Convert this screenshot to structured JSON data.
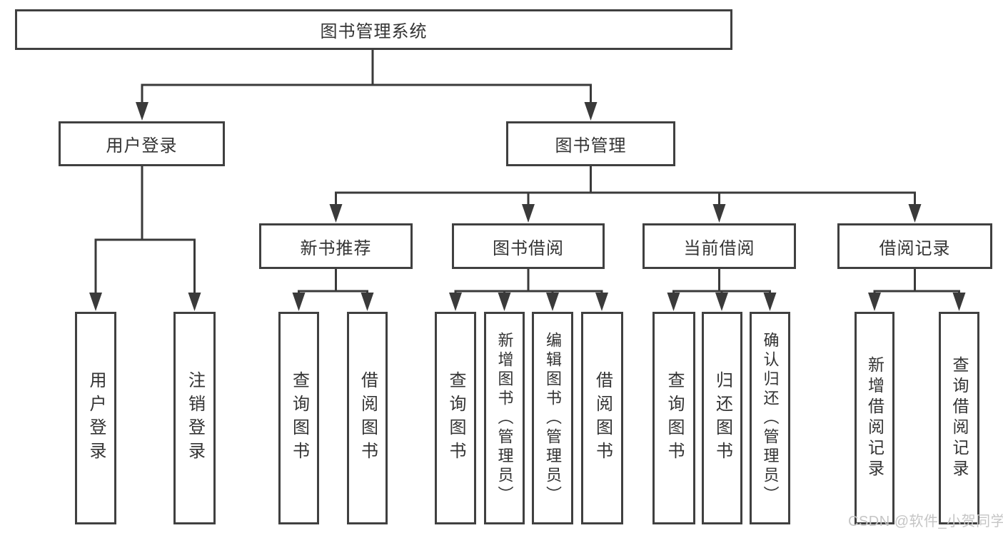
{
  "nodes": {
    "root": "图书管理系统",
    "l2": [
      "用户登录",
      "图书管理"
    ],
    "l3": [
      "新书推荐",
      "图书借阅",
      "当前借阅",
      "借阅记录"
    ],
    "leaves": {
      "userLogin": [
        "用户登录",
        "注销登录"
      ],
      "newBooks": [
        "查询图书",
        "借阅图书"
      ],
      "borrow": [
        "查询图书",
        "新增图书（管理员）",
        "编辑图书（管理员）",
        "借阅图书"
      ],
      "current": [
        "查询图书",
        "归还图书",
        "确认归还（管理员）"
      ],
      "records": [
        "新增借阅记录",
        "查询借阅记录"
      ]
    }
  },
  "watermark": {
    "text": "CSDN @软件_小贺同学"
  },
  "colors": {
    "line": "#3a3a3a",
    "border": "#404040",
    "text": "#333333",
    "watermark": "#c5c5c5",
    "background": "#ffffff"
  }
}
